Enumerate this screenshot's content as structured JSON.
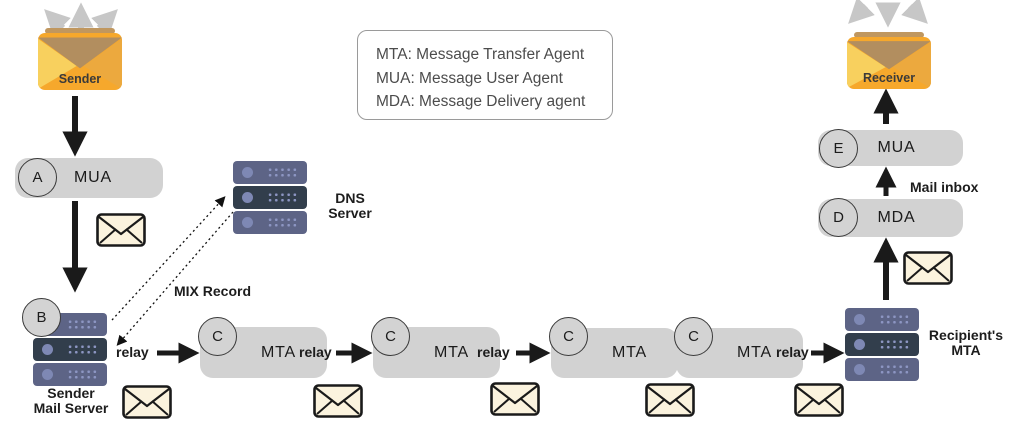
{
  "legend": {
    "lines": [
      "MTA: Message Transfer Agent",
      "MUA: Message User Agent",
      "MDA: Message Delivery agent"
    ]
  },
  "endpoints": {
    "sender": "Sender",
    "receiver": "Receiver"
  },
  "labels": {
    "relay": "relay",
    "mix_record": "MIX Record",
    "mail_inbox": "Mail inbox"
  },
  "sender_side": {
    "mua": {
      "badge": "A",
      "label": "MUA"
    },
    "mail_server": {
      "badge": "B",
      "line1": "Sender",
      "line2": "Mail Server"
    }
  },
  "dns_server": {
    "line1": "DNS",
    "line2": "Server"
  },
  "mta_chain": [
    {
      "badge": "C",
      "label": "MTA"
    },
    {
      "badge": "C",
      "label": "MTA"
    },
    {
      "badge": "C",
      "label": "MTA"
    },
    {
      "badge": "C",
      "label": "MTA"
    }
  ],
  "receiver_side": {
    "recipient_mta": {
      "line1": "Recipient's",
      "line2": "MTA"
    },
    "mda": {
      "badge": "D",
      "label": "MDA"
    },
    "mua": {
      "badge": "E",
      "label": "MUA"
    }
  },
  "colors": {
    "box_gray": "#d2d2d2",
    "server_row": "#5d6486",
    "server_row_dark": "#323e4c",
    "server_led": "#7e88b4",
    "envelope_body": "#f6a82c",
    "envelope_flap": "#b28e5f",
    "envelope_wedge_light": "#f8d05e",
    "envelope_wedge_dark": "#eca93e",
    "mail_icon_fill": "#fbf3de",
    "arrow_black": "#1a1a1a",
    "arrow_gray": "#c7c7c7"
  }
}
